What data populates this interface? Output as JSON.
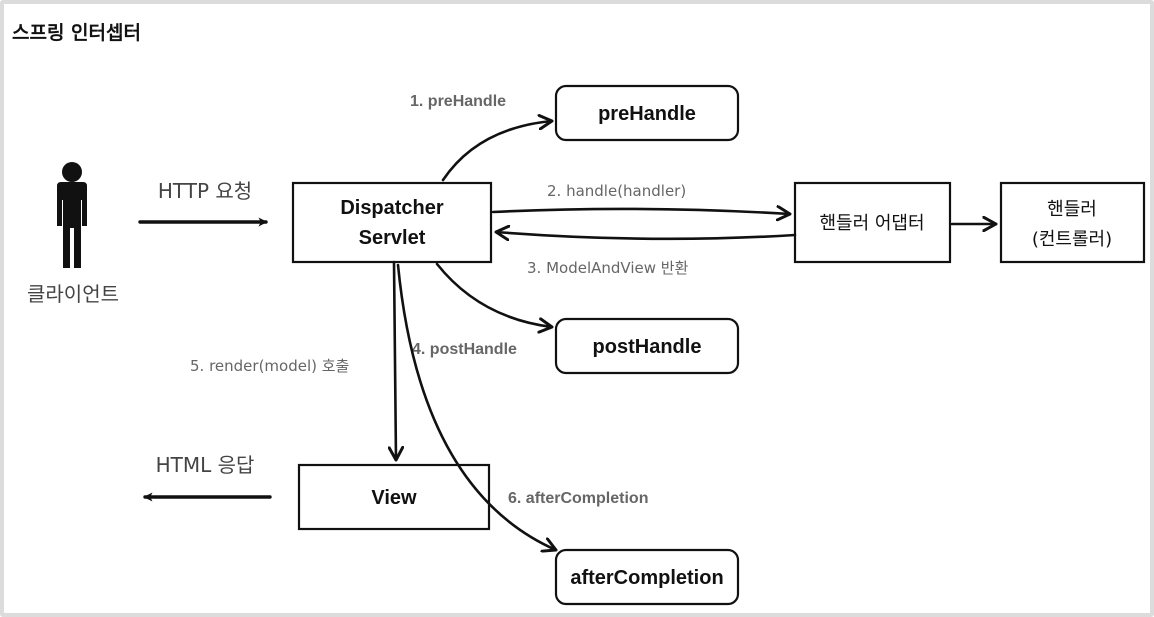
{
  "title": "스프링 인터셉터",
  "client": {
    "label": "클라이언트",
    "icon": "person-icon"
  },
  "nodes": {
    "dispatcher": {
      "line1": "Dispatcher",
      "line2": "Servlet"
    },
    "pre_handle": {
      "label": "preHandle"
    },
    "post_handle": {
      "label": "postHandle"
    },
    "after_completion": {
      "label": "afterCompletion"
    },
    "handler_adapter": {
      "label": "핸들러 어댑터"
    },
    "handler": {
      "line1": "핸들러",
      "line2": "(컨트롤러)"
    },
    "view": {
      "label": "View"
    }
  },
  "edges": {
    "http_request": "HTTP 요청",
    "html_response": "HTML 응답",
    "step1": "1. preHandle",
    "step2": "2. handle(handler)",
    "step3": "3. ModelAndView 반환",
    "step4": "4. postHandle",
    "step5": "5. render(model) 호출",
    "step6": "6. afterCompletion"
  },
  "colors": {
    "ink": "#111111",
    "label_gray": "#666666",
    "frame_border": "#dcdcdc"
  }
}
